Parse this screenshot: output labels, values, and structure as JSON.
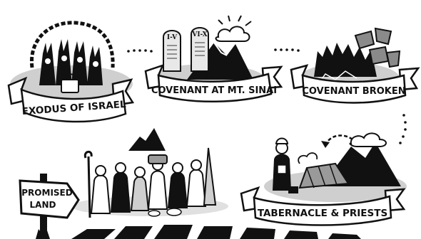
{
  "stages": [
    {
      "id": "exodus",
      "label": "EXODUS OF ISRAEL"
    },
    {
      "id": "sinai",
      "label": "COVENANT AT MT. SINAI"
    },
    {
      "id": "broken",
      "label": "COVENANT BROKEN"
    },
    {
      "id": "tabernacle",
      "label": "TABERNACLE & PRIESTS"
    }
  ],
  "signpost": {
    "line1": "PROMISED",
    "line2": "LAND"
  },
  "tablets": {
    "left": "I-V",
    "right": "VI-X"
  },
  "colors": {
    "ink": "#111111",
    "shadow": "#cfcfcf",
    "paper": "#ffffff"
  }
}
